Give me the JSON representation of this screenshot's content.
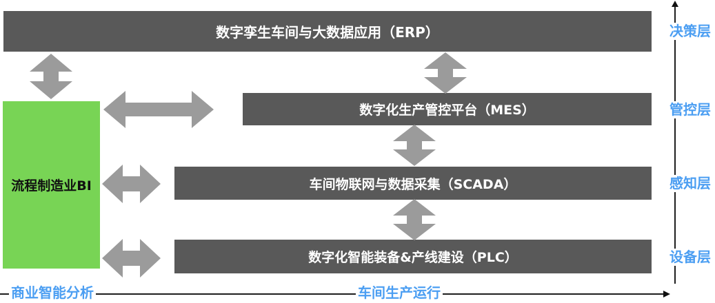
{
  "layers": [
    {
      "id": "erp",
      "label": "数字孪生车间与大数据应用（ERP）",
      "level": "决策层"
    },
    {
      "id": "mes",
      "label": "数字化生产管控平台（MES）",
      "level": "管控层"
    },
    {
      "id": "scada",
      "label": "车间物联网与数据采集（SCADA）",
      "level": "感知层"
    },
    {
      "id": "plc",
      "label": "数字化智能装备&产线建设（PLC）",
      "level": "设备层"
    }
  ],
  "bi_box": {
    "label": "流程制造业BI"
  },
  "right_axis": {
    "labels": [
      "决策层",
      "管控层",
      "感知层",
      "设备层"
    ],
    "direction": "up"
  },
  "bottom_axis": {
    "left_label": "商业智能分析",
    "right_label": "车间生产运行",
    "direction": "right"
  },
  "connections": [
    {
      "from": "流程制造业BI",
      "to": "数字孪生车间与大数据应用（ERP）",
      "type": "bidirectional"
    },
    {
      "from": "流程制造业BI",
      "to": "数字化生产管控平台（MES）",
      "type": "bidirectional"
    },
    {
      "from": "流程制造业BI",
      "to": "车间物联网与数据采集（SCADA）",
      "type": "bidirectional"
    },
    {
      "from": "流程制造业BI",
      "to": "数字化智能装备&产线建设（PLC）",
      "type": "bidirectional"
    },
    {
      "from": "数字孪生车间与大数据应用（ERP）",
      "to": "数字化生产管控平台（MES）",
      "type": "bidirectional"
    },
    {
      "from": "数字化生产管控平台（MES）",
      "to": "车间物联网与数据采集（SCADA）",
      "type": "bidirectional"
    },
    {
      "from": "车间物联网与数据采集（SCADA）",
      "to": "数字化智能装备&产线建设（PLC）",
      "type": "bidirectional"
    }
  ],
  "colors": {
    "bar_fill": "#595959",
    "bar_text": "#ffffff",
    "bi_green": "#78d455",
    "arrow_gray": "#9b9b9b",
    "axis_blue": "#4b9ef2",
    "line_black": "#1d1d1d"
  }
}
